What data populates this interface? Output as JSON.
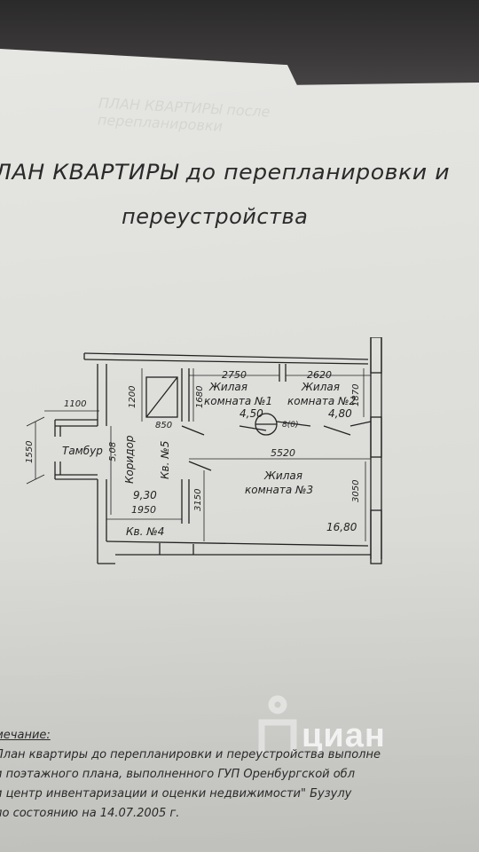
{
  "ghost_text": "ПЛАН КВАРТИРЫ после перепланировки",
  "title": {
    "line1": "ЛАН КВАРТИРЫ до перепланировки и",
    "line2": "переустройства"
  },
  "plan": {
    "dims": {
      "d1100": "1100",
      "d1550": "1550",
      "d1200": "1200",
      "d1680": "1680",
      "d2750": "2750",
      "d2620": "2620",
      "d1870": "1870",
      "d850": "850",
      "d5520": "5520",
      "d5080": "5,08",
      "d3150": "3150",
      "d3050": "3050",
      "d1950": "1950"
    },
    "rooms": {
      "tambur": "Тамбур",
      "koridor": "Коридор",
      "kv5": "Кв. №5",
      "kv4": "Кв. №4",
      "room1_label1": "Жилая",
      "room1_label2": "комната №1",
      "room1_area": "4,50",
      "room2_label1": "Жилая",
      "room2_label2": "комната №2",
      "room2_area": "4,80",
      "room3_label1": "Жилая",
      "room3_label2": "комната №3",
      "room3_area": "16,80",
      "koridor_area": "9,30",
      "stove": "8(0)"
    }
  },
  "note": {
    "heading": "мечание:",
    "line1": "План квартиры до перепланировки и переустройства выполне",
    "line2": "и поэтажного плана, выполненного ГУП Оренбургской обл",
    "line3": "и центр инвентаризации и оценки недвижимости\" Бузулу",
    "line4": "по состоянию на 14.07.2005 г."
  },
  "watermark": "циан"
}
